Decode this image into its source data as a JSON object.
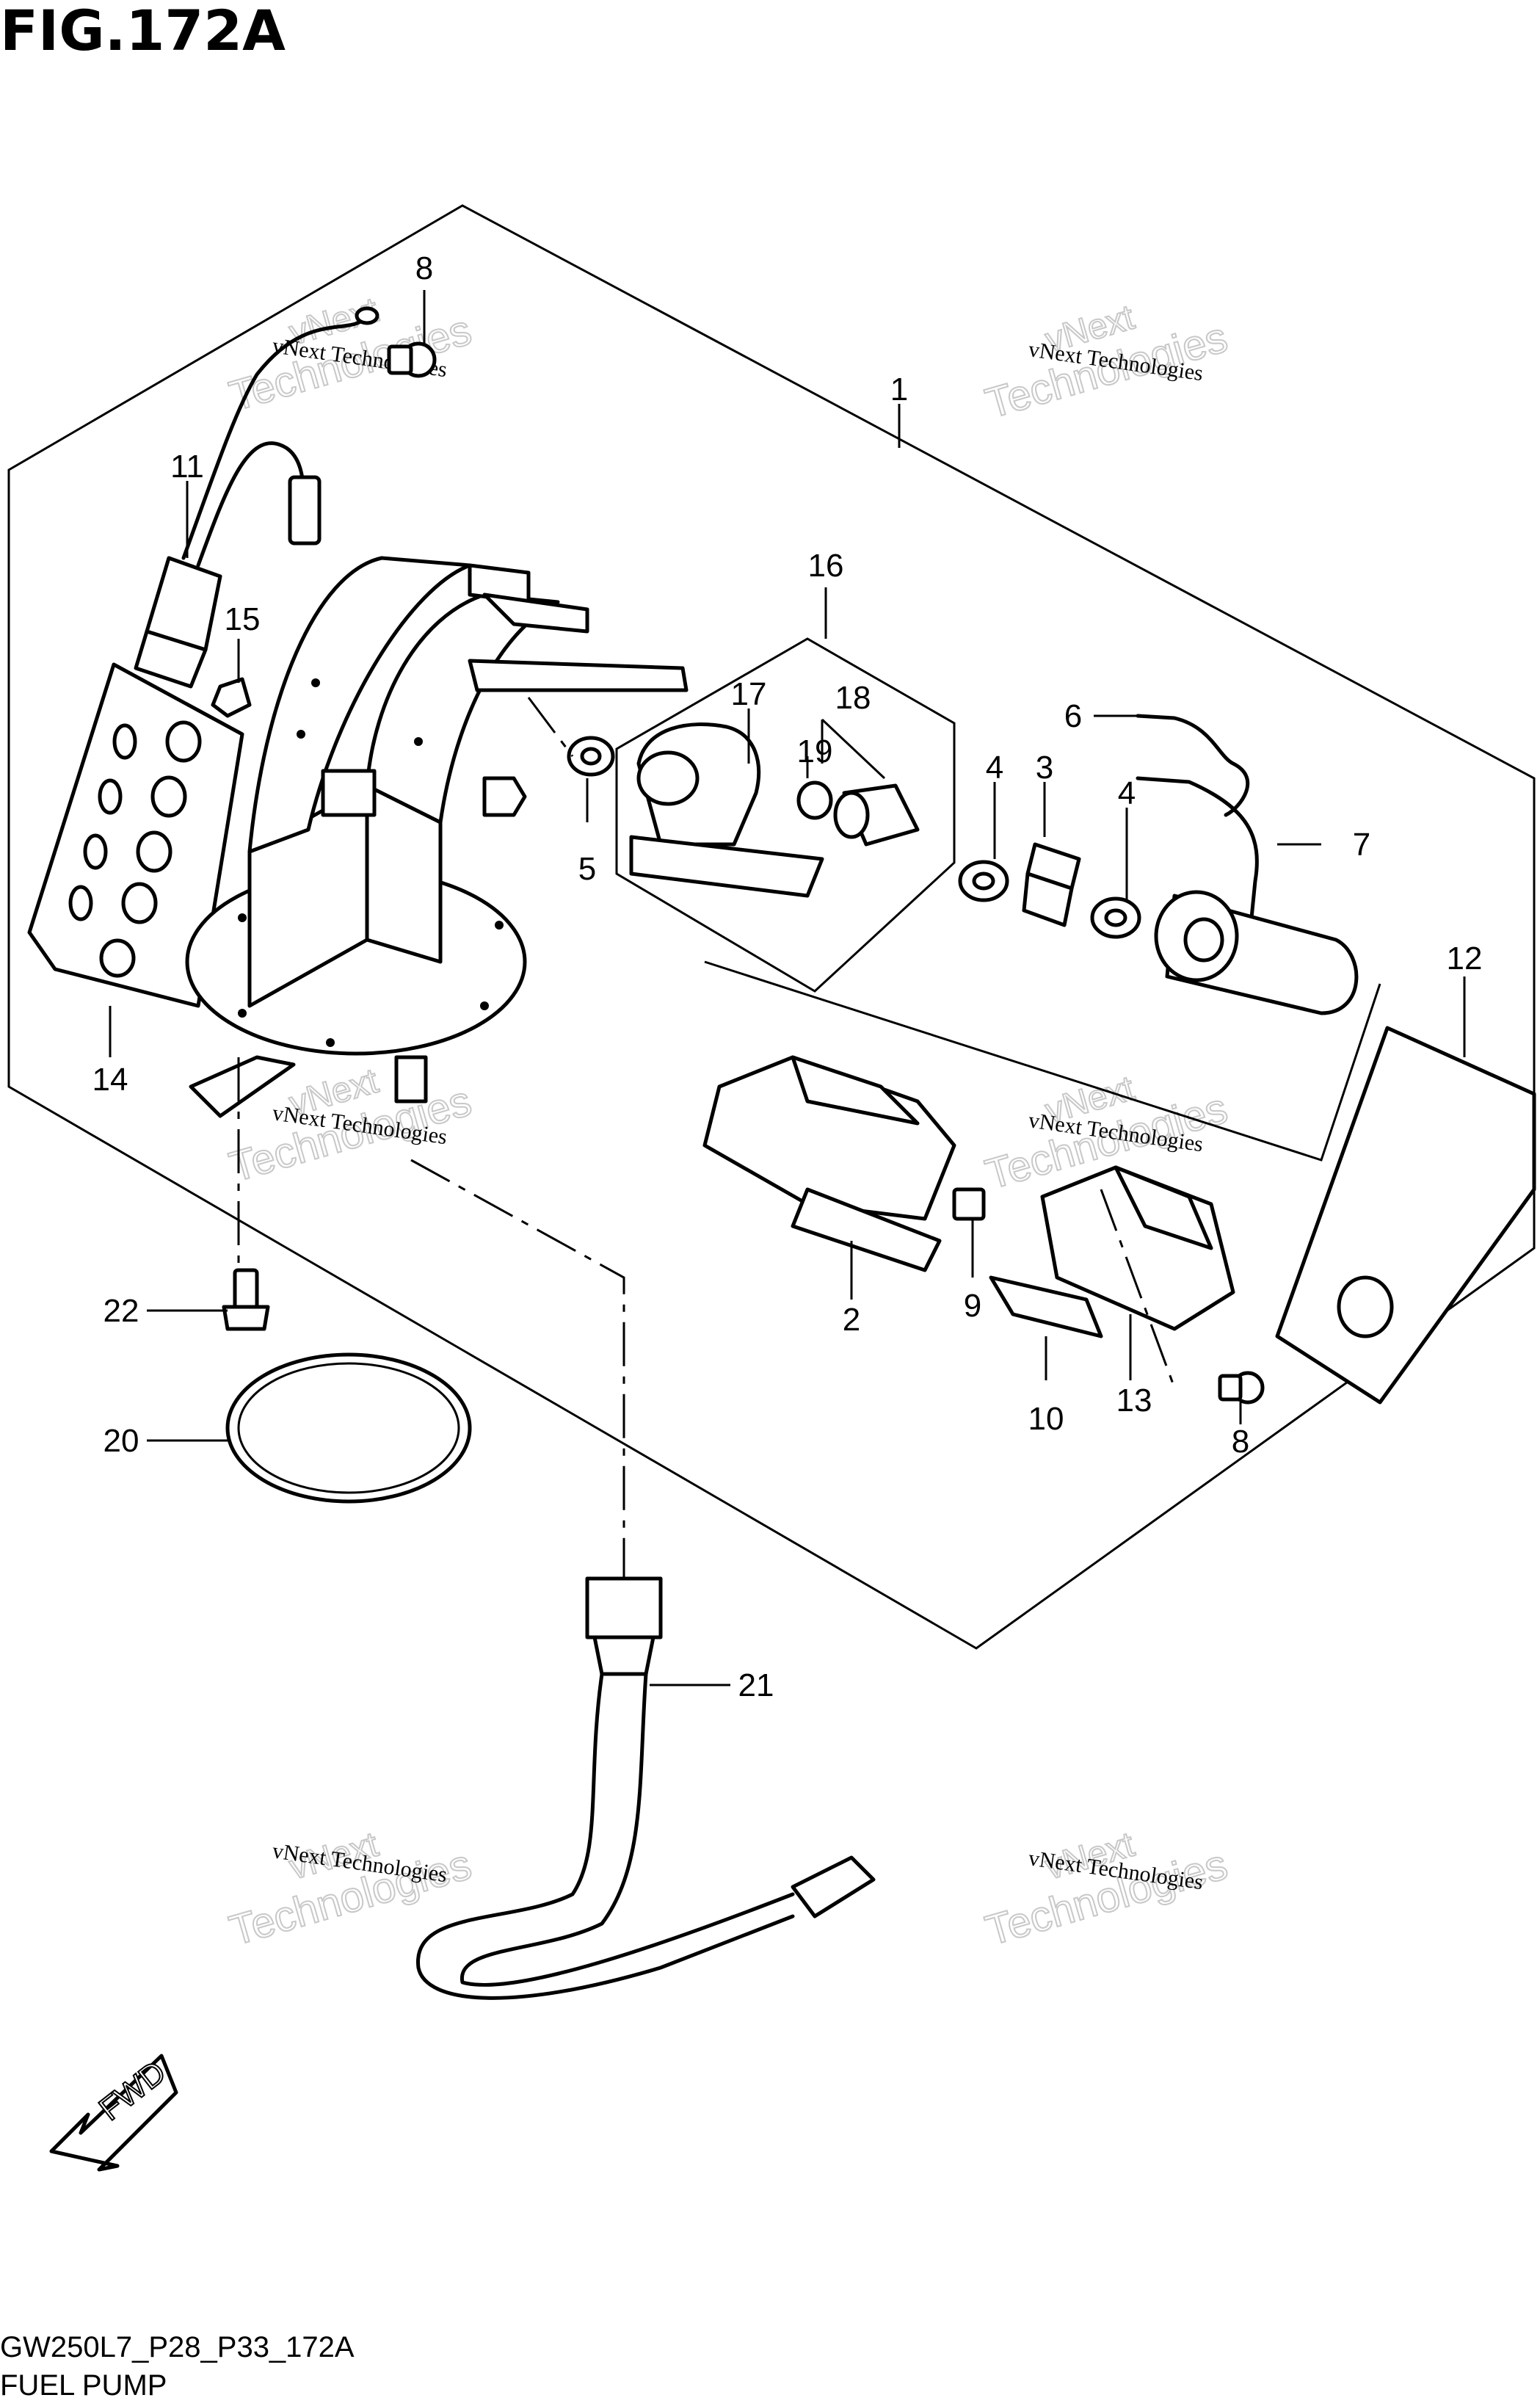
{
  "figure": {
    "title": "FIG.172A",
    "code": "GW250L7_P28_P33_172A",
    "name": "FUEL PUMP",
    "fwd_label": "FWD"
  },
  "watermark": {
    "line1": "vNext Technologies",
    "line2": "Technologies",
    "line3": "vNext"
  },
  "callouts": [
    "1",
    "2",
    "3",
    "4",
    "4",
    "5",
    "6",
    "7",
    "8",
    "8",
    "9",
    "10",
    "11",
    "12",
    "13",
    "14",
    "15",
    "16",
    "17",
    "18",
    "19",
    "20",
    "21",
    "22"
  ]
}
